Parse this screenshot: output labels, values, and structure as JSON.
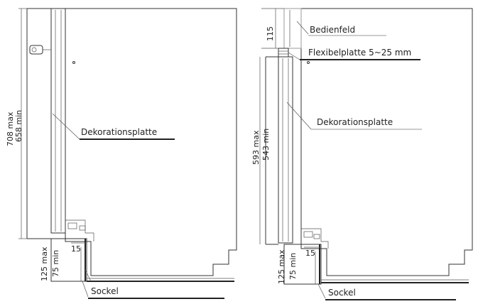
{
  "left": {
    "dim_max": "708 max",
    "dim_min": "658 min",
    "panel_label": "Dekorationsplatte",
    "plinth_max": "125 max",
    "plinth_min": "75 min",
    "gap": "15",
    "plinth_label": "Sockel"
  },
  "right": {
    "top_dim": "115",
    "control_label": "Bedienfeld",
    "flex_label": "Flexibelplatte 5~25 mm",
    "dim_max": "593 max",
    "dim_min": "543 min",
    "panel_label": "Dekorationsplatte",
    "plinth_max": "125 max",
    "plinth_min": "75 min",
    "gap": "15",
    "plinth_label": "Sockel"
  }
}
